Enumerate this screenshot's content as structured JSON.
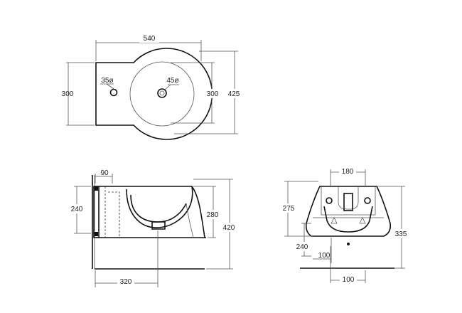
{
  "dimensions": {
    "top_view": {
      "width": "540",
      "height_left": "300",
      "height_right": "300",
      "depth": "425",
      "tap_hole": "35ø",
      "waste_hole": "45ø"
    },
    "side_view": {
      "offset": "90",
      "height": "240",
      "basin_height": "280",
      "total_height": "420",
      "depth": "320"
    },
    "front_view": {
      "top_width": "180",
      "height": "275",
      "height_total": "335",
      "left_offset": "240",
      "inner": "100",
      "bottom": "100"
    }
  },
  "colors": {
    "line": "#111111",
    "dimension": "#555555"
  }
}
